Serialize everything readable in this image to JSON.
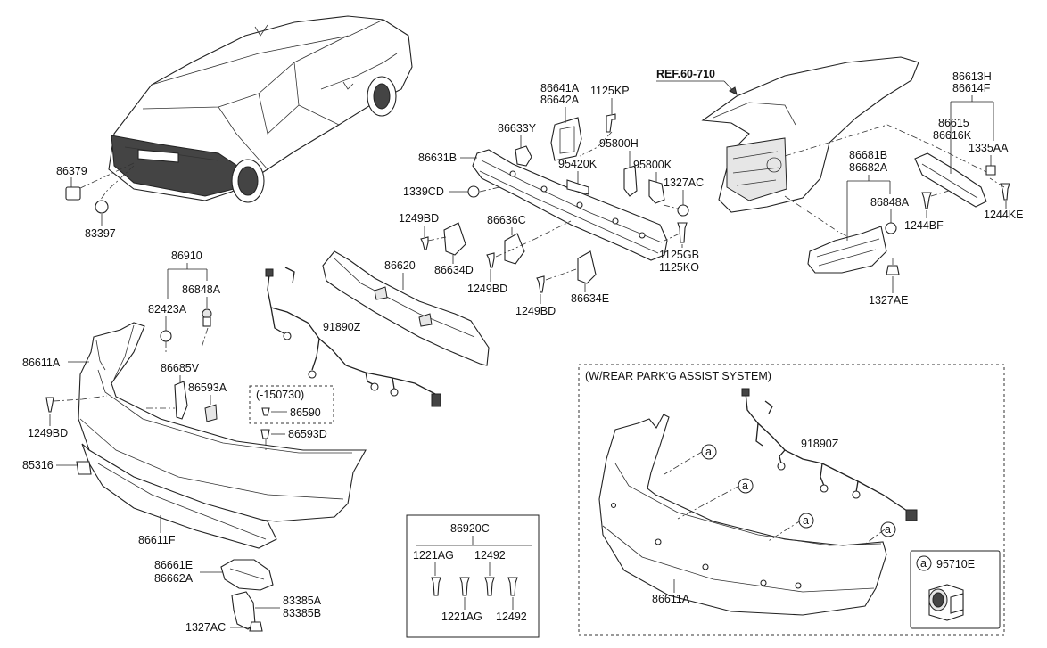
{
  "labels": {
    "p86379": "86379",
    "p83397": "83397",
    "p86910": "86910",
    "p82423A": "82423A",
    "p86848A_left": "86848A",
    "p86611A_left": "86611A",
    "p1249BD_left": "1249BD",
    "p86685V": "86685V",
    "p86593A": "86593A",
    "p150730": "(-150730)",
    "p86590": "86590",
    "p86593D": "86593D",
    "p85316": "85316",
    "p86611F": "86611F",
    "p86661E": "86661E",
    "p86662A": "86662A",
    "p83385A": "83385A",
    "p83385B": "83385B",
    "p1327AC_bottom": "1327AC",
    "p86620": "86620",
    "p91890Z_left": "91890Z",
    "p86641A": "86641A",
    "p86642A": "86642A",
    "p1125KP": "1125KP",
    "p86633Y": "86633Y",
    "p95420K": "95420K",
    "p86631B": "86631B",
    "p95800H": "95800H",
    "p95800K": "95800K",
    "p1327AC_mid": "1327AC",
    "p1339CD": "1339CD",
    "p1249BD_a": "1249BD",
    "p86636C": "86636C",
    "p86634D": "86634D",
    "p1249BD_b": "1249BD",
    "p1249BD_c": "1249BD",
    "p86634E": "86634E",
    "p1125GB": "1125GB",
    "p1125KO": "1125KO",
    "ref": "REF.60-710",
    "p86613H": "86613H",
    "p86614F": "86614F",
    "p86615": "86615",
    "p86616K": "86616K",
    "p1335AA": "1335AA",
    "p86681B": "86681B",
    "p86682A": "86682A",
    "p86848A_right": "86848A",
    "p1244BF": "1244BF",
    "p1244KE": "1244KE",
    "p1327AE": "1327AE",
    "p86920C": "86920C",
    "p1221AG_top": "1221AG",
    "p12492_top": "12492",
    "p1221AG_bottom": "1221AG",
    "p12492_bottom": "12492",
    "park_title": "(W/REAR PARK'G ASSIST SYSTEM)",
    "p91890Z_right": "91890Z",
    "p86611A_right": "86611A",
    "callout_a": "a",
    "p95710E": "95710E"
  }
}
